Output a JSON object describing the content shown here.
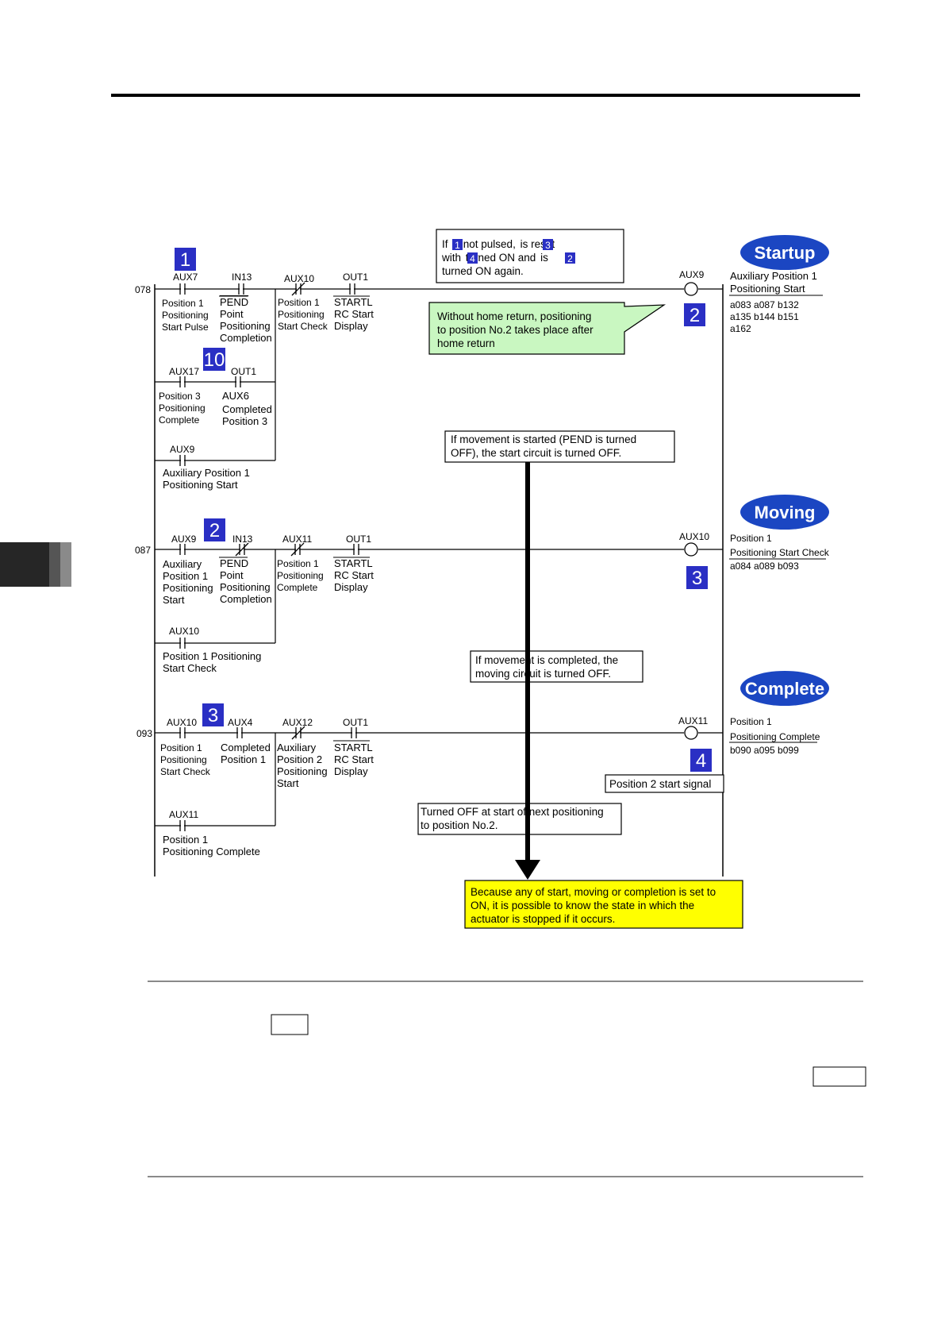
{
  "colors": {
    "badge_blue": "#2a2fc4",
    "oval_blue": "#1b46c2",
    "callout_green": "#c9f7c1",
    "callout_yellow": "#ffff00",
    "flow_arrow": "#000000"
  },
  "rungs": [
    {
      "number": "078",
      "contacts": [
        {
          "tag": "AUX7",
          "desc": [
            "Position 1",
            "Positioning",
            "Start Pulse"
          ]
        },
        {
          "tag": "IN13",
          "desc": [
            "PEND",
            "Point",
            "Positioning",
            "Completion"
          ]
        },
        {
          "tag": "AUX10",
          "desc": [
            "Position 1",
            "Positioning",
            "Start Check"
          ]
        },
        {
          "tag": "OUT1",
          "desc": [
            "STARTL",
            "RC Start",
            "Display"
          ]
        }
      ],
      "branches": [
        {
          "contacts": [
            {
              "tag": "AUX17",
              "desc": [
                "Position 3",
                "Positioning",
                "Complete"
              ]
            },
            {
              "tag": "OUT1",
              "desc": [
                "AUX6",
                "Completed",
                "Position 3"
              ]
            }
          ]
        },
        {
          "contacts": [
            {
              "tag": "AUX9",
              "desc": [
                "Auxiliary Position 1",
                "Positioning Start"
              ]
            }
          ]
        }
      ],
      "coil": {
        "tag": "AUX9",
        "desc": [
          "Auxiliary Position 1",
          "Positioning Start"
        ],
        "addresses": [
          "a083 a087 b132",
          "a135 b144 b151",
          "a162"
        ]
      },
      "state": "Startup"
    },
    {
      "number": "087",
      "contacts": [
        {
          "tag": "AUX9",
          "desc": [
            "Auxiliary",
            "Position 1",
            "Positioning",
            "Start"
          ]
        },
        {
          "tag": "IN13",
          "desc": [
            "PEND",
            "Point",
            "Positioning",
            "Completion"
          ]
        },
        {
          "tag": "AUX11",
          "desc": [
            "Position 1",
            "Positioning",
            "Complete"
          ]
        },
        {
          "tag": "OUT1",
          "desc": [
            "STARTL",
            "RC Start",
            "Display"
          ]
        }
      ],
      "branches": [
        {
          "contacts": [
            {
              "tag": "AUX10",
              "desc": [
                "Position 1 Positioning",
                "Start Check"
              ]
            }
          ]
        }
      ],
      "coil": {
        "tag": "AUX10",
        "desc": [
          "Position 1",
          "Positioning Start Check"
        ],
        "addresses": [
          "a084 a089 b093"
        ]
      },
      "state": "Moving"
    },
    {
      "number": "093",
      "contacts": [
        {
          "tag": "AUX10",
          "desc": [
            "Position 1",
            "Positioning",
            "Start Check"
          ]
        },
        {
          "tag": "AUX4",
          "desc": [
            "Completed",
            "Position 1"
          ]
        },
        {
          "tag": "AUX12",
          "desc": [
            "Auxiliary",
            "Position 2",
            "Positioning",
            "Start"
          ]
        },
        {
          "tag": "OUT1",
          "desc": [
            "STARTL",
            "RC Start",
            "Display"
          ]
        }
      ],
      "branches": [
        {
          "contacts": [
            {
              "tag": "AUX11",
              "desc": [
                "Position 1",
                "Positioning Complete"
              ]
            }
          ]
        }
      ],
      "coil": {
        "tag": "AUX11",
        "desc": [
          "Position 1",
          "Positioning Complete"
        ],
        "addresses": [
          "b090 a095 b099"
        ]
      },
      "state": "Complete"
    }
  ],
  "badges": [
    "1",
    "10",
    "2",
    "2",
    "3",
    "3",
    "4"
  ],
  "notes": {
    "reset": {
      "parts": [
        "If ",
        "1",
        " is not pulsed, ",
        "3",
        " is reset",
        "with ",
        "4",
        " turned ON and ",
        "2",
        " is",
        "turned ON again."
      ]
    },
    "no_home_return": [
      "Without home return, positioning",
      "to position No.2 takes place after",
      "home return"
    ],
    "movement_started": [
      "If movement is started (PEND is turned",
      "OFF), the start circuit is turned OFF."
    ],
    "movement_completed": [
      "If movement is completed, the",
      "moving circuit is turned OFF."
    ],
    "turned_off_next": [
      "Turned OFF at start of next positioning",
      "to position No.2."
    ],
    "position2_start": "Position 2 start signal",
    "state_summary": [
      "Because any of start, moving or completion is set to",
      "ON, it is possible to know the state in which the",
      "actuator is stopped if it occurs."
    ]
  }
}
